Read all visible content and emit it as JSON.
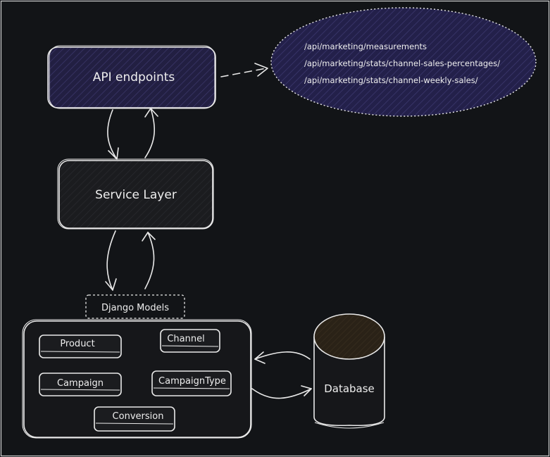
{
  "api_box": {
    "label": "API endpoints",
    "endpoints": [
      "/api/marketing/measurements",
      "/api/marketing/stats/channel-sales-percentages/",
      "/api/marketing/stats/channel-weekly-sales/"
    ]
  },
  "service_box": {
    "label": "Service Layer"
  },
  "models": {
    "title": "Django Models",
    "items": {
      "product": "Product",
      "channel": "Channel",
      "campaign": "Campaign",
      "campaign_type": "CampaignType",
      "conversion": "Conversion"
    }
  },
  "database": {
    "label": "Database"
  },
  "colors": {
    "background": "#121417",
    "stroke": "#e9e9e9",
    "api_fill": "#221f42",
    "ellipse_fill": "#23204a",
    "db_top": "#2a2217"
  }
}
